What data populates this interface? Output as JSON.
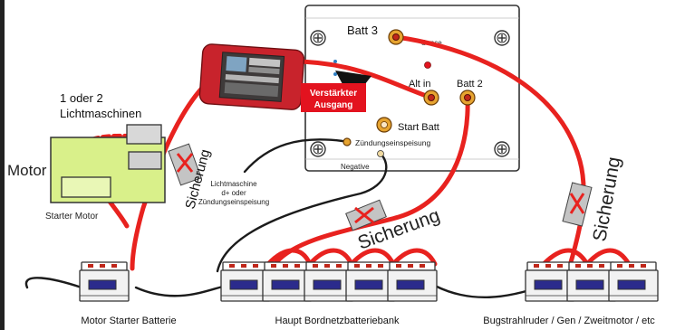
{
  "colors": {
    "wire_positive": "#e8221f",
    "wire_negative": "#1b1b1b",
    "alternator_body": "#d9f08a",
    "device_red": "#c8232c",
    "label_red": "#e3131f",
    "fuse_grey": "#c4c4c4"
  },
  "icons": [
    "screw-icon",
    "led-icon",
    "terminal-icon",
    "arrow-icon",
    "fuse-icon",
    "battery-icon",
    "charger-icon",
    "alternator-icon"
  ],
  "panel": {
    "batt3": "Batt 3",
    "sence": "Sence",
    "alt_in": "Alt in",
    "batt2": "Batt 2",
    "start_batt": "Start Batt",
    "zuendung": "Zündungseinspeisung",
    "negative": "Negative"
  },
  "callout": {
    "line1": "Verstärkter",
    "line2": "Ausgang"
  },
  "engine": {
    "alternators_line1": "1 oder 2",
    "alternators_line2": "Lichtmaschinen",
    "motor": "Motor",
    "starter_motor": "Starter Motor"
  },
  "signal_note": {
    "line1": "Lichtmaschine",
    "line2": "d+ oder",
    "line3": "Zündungseinspeisung"
  },
  "fuses": {
    "left": "Sicherung",
    "middle": "Sicherung",
    "right": "Sicherung"
  },
  "captions": {
    "starter_battery": "Motor Starter Batterie",
    "house_bank": "Haupt Bordnetzbatteriebank",
    "aux_batteries": "Bugstrahlruder / Gen / Zweitmotor / etc"
  }
}
